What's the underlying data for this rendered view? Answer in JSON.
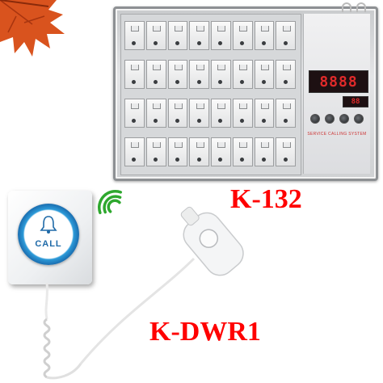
{
  "product": {
    "panel_model": "K-132",
    "pendant_model": "K-DWR1"
  },
  "panel": {
    "display_digits": "8888",
    "mini_display": "88",
    "system_label": "SERVICE CALLING SYSTEM",
    "slot_rows": 4,
    "slots_per_row": 8
  },
  "wall_button": {
    "label": "CALL"
  },
  "colors": {
    "model_label": "#ff0000",
    "call_ring": "#2d9bd9",
    "wifi": "#2ea82e",
    "leaf": "#d9531e"
  },
  "icons": [
    "maple-leaf-icon",
    "bell-icon",
    "wifi-signal-icon"
  ]
}
